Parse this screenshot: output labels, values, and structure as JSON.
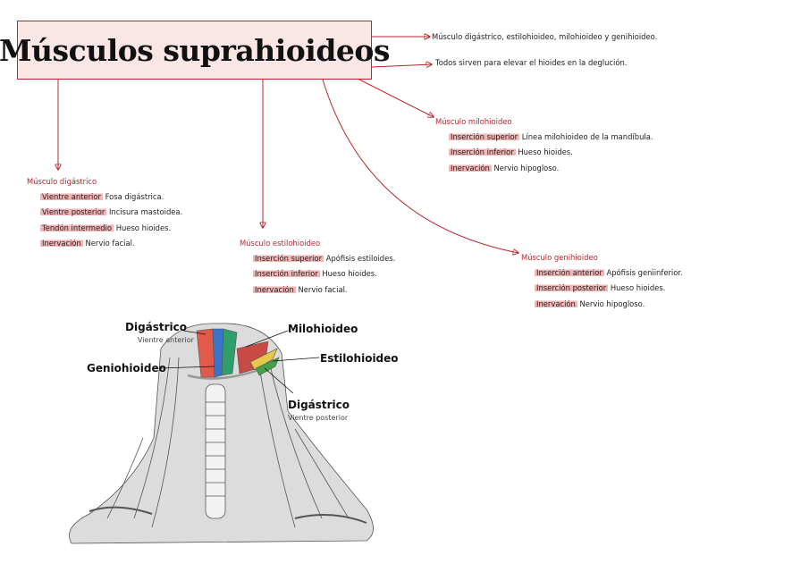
{
  "title": "Músculos suprahioideos",
  "notes": [
    "Músculo digástrico, estilohioideo, milohioideo y genihioideo.",
    "Todos sirven para elevar el hioides en la deglución."
  ],
  "muscles": {
    "digastrico": {
      "heading": "Músculo digástrico",
      "rows": [
        {
          "label": "Vientre anterior",
          "value": "Fosa digástrica."
        },
        {
          "label": "Vientre posterior",
          "value": "Incisura mastoidea."
        },
        {
          "label": "Tendón intermedio",
          "value": "Hueso hioides."
        },
        {
          "label": "Inervación",
          "value": "Nervio facial."
        }
      ]
    },
    "estilohioideo": {
      "heading": "Músculo estilohioideo",
      "rows": [
        {
          "label": "Inserción superior",
          "value": "Apófisis estiloides."
        },
        {
          "label": "Inserción inferior",
          "value": "Hueso hioides."
        },
        {
          "label": "Inervación",
          "value": "Nervio facial."
        }
      ]
    },
    "milohioideo": {
      "heading": "Músculo milohioideo",
      "rows": [
        {
          "label": "Inserción superior",
          "value": "Línea milohioideo de la mandíbula."
        },
        {
          "label": "Inserción inferior",
          "value": "Hueso hioides."
        },
        {
          "label": "Inervación",
          "value": "Nervio hipogloso."
        }
      ]
    },
    "genihioideo": {
      "heading": "Músculo genihioideo",
      "rows": [
        {
          "label": "Inserción anterior",
          "value": "Apófisis geniinferior."
        },
        {
          "label": "Inserción posterior",
          "value": "Hueso hioides."
        },
        {
          "label": "Inervación",
          "value": "Nervio hipogloso."
        }
      ]
    }
  },
  "illustration": {
    "labels": {
      "digastrico_top": "Digástrico",
      "vientre_anterior": "Vientre anterior",
      "milohioideo": "Milohioideo",
      "geniohioideo": "Geniohioideo",
      "estilohioideo": "Estilohioideo",
      "digastrico_bottom": "Digástrico",
      "vientre_posterior": "Vientre posterior"
    }
  },
  "colors": {
    "accent": "#b8262c",
    "title_fill": "#fbe6e6",
    "highlight": "#f3b5b5"
  }
}
